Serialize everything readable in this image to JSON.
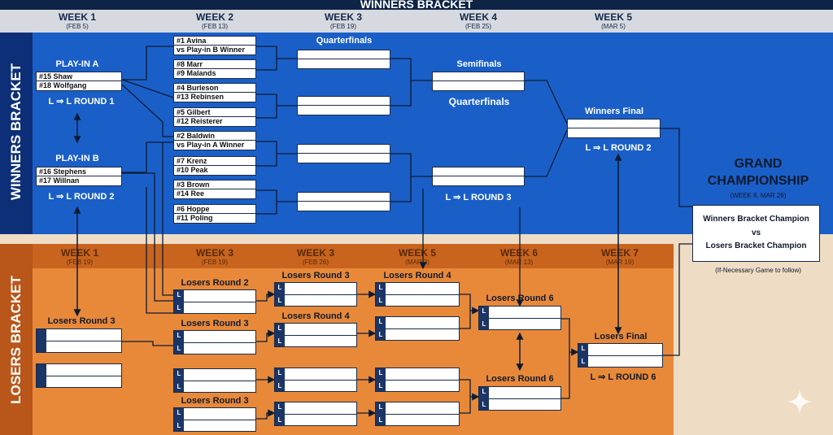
{
  "title": "WINNERS BRACKET",
  "section_labels": {
    "winners": "WINNERS BRACKET",
    "losers": "LOSERS BRACKET"
  },
  "winners_weeks": [
    {
      "week": "WEEK 1",
      "date": "(FEB 5)"
    },
    {
      "week": "WEEK 2",
      "date": "(FEB 13)"
    },
    {
      "week": "WEEK 3",
      "date": "(FEB 19)"
    },
    {
      "week": "WEEK 4",
      "date": "(FEB 25)"
    },
    {
      "week": "WEEK 5",
      "date": "(MAR 5)"
    }
  ],
  "losers_weeks": [
    {
      "week": "WEEK 1",
      "date": "(FEB 19)"
    },
    {
      "week": "WEEK 3",
      "date": "(FEB 19)"
    },
    {
      "week": "WEEK 3",
      "date": "(FEB 26)"
    },
    {
      "week": "WEEK 5",
      "date": "(MAR 3)"
    },
    {
      "week": "WEEK 6",
      "date": "(MAR 13)"
    },
    {
      "week": "WEEK 7",
      "date": "(MAR 19)"
    }
  ],
  "play_in_a": {
    "title": "PLAY-IN A",
    "team1": "#15 Shaw",
    "team2": "#18 Wolfgang",
    "note": "L ⇒ L ROUND 1"
  },
  "play_in_b": {
    "title": "PLAY-IN B",
    "team1": "#16 Stephens",
    "team2": "#17 Willnan",
    "note": "L ⇒ L ROUND 2"
  },
  "round1": [
    {
      "team1": "#1  Avina",
      "team2": "vs Play-in B Winner"
    },
    {
      "team1": "#8  Marr",
      "team2": "#9  Malands"
    },
    {
      "team1": "#4  Burleson",
      "team2": "#13 Rebinsen"
    },
    {
      "team1": "#5  Gilbert",
      "team2": "#12 Reisterer"
    },
    {
      "team1": "#2  Baldwin",
      "team2": "vs Play-in A Winner"
    },
    {
      "team1": "#7  Krenz",
      "team2": "#10 Peak"
    },
    {
      "team1": "#3  Brown",
      "team2": "#14 Ree"
    },
    {
      "team1": "#6  Hoppe",
      "team2": "#11 Poling"
    }
  ],
  "labels": {
    "quarterfinals": "Quarterfinals",
    "semifinals": "Semifinals",
    "quarterfinals_2": "Quarterfinals",
    "winners_final": "Winners Final",
    "l_round_2": "L ⇒ L ROUND 2",
    "l_round_3": "L ⇒ L ROUND 3",
    "losers_round_3_a": "Losers Round 3",
    "losers_round_2": "Losers Round 2",
    "losers_round_3_b": "Losers Round 3",
    "losers_round_3_c": "Losers Round 3",
    "losers_round_3_d": "Losers Round 3",
    "losers_round_4_a": "Losers Round 4",
    "losers_round_4_b": "Losers Round 4",
    "losers_round_6_a": "Losers Round 6",
    "losers_round_6_b": "Losers Round 6",
    "losers_final": "Losers Final",
    "l_round_6": "L ⇒ L ROUND 6"
  },
  "l_tag": "L",
  "grand": {
    "title_1": "GRAND",
    "title_2": "CHAMPIONSHIP",
    "date": "(WEEK 8, MAR 26)",
    "line1": "Winners Bracket Champion",
    "vs": "vs",
    "line2": "Losers Bracket Champion",
    "note": "(If-Necessary Game to follow)"
  },
  "icons": [
    "sparkle-icon",
    "arrow-icon"
  ],
  "colors": {
    "winners_bg": "#1a5fc8",
    "losers_bg": "#e8893a",
    "navy": "#0d2447",
    "cream": "#efdcc4"
  }
}
